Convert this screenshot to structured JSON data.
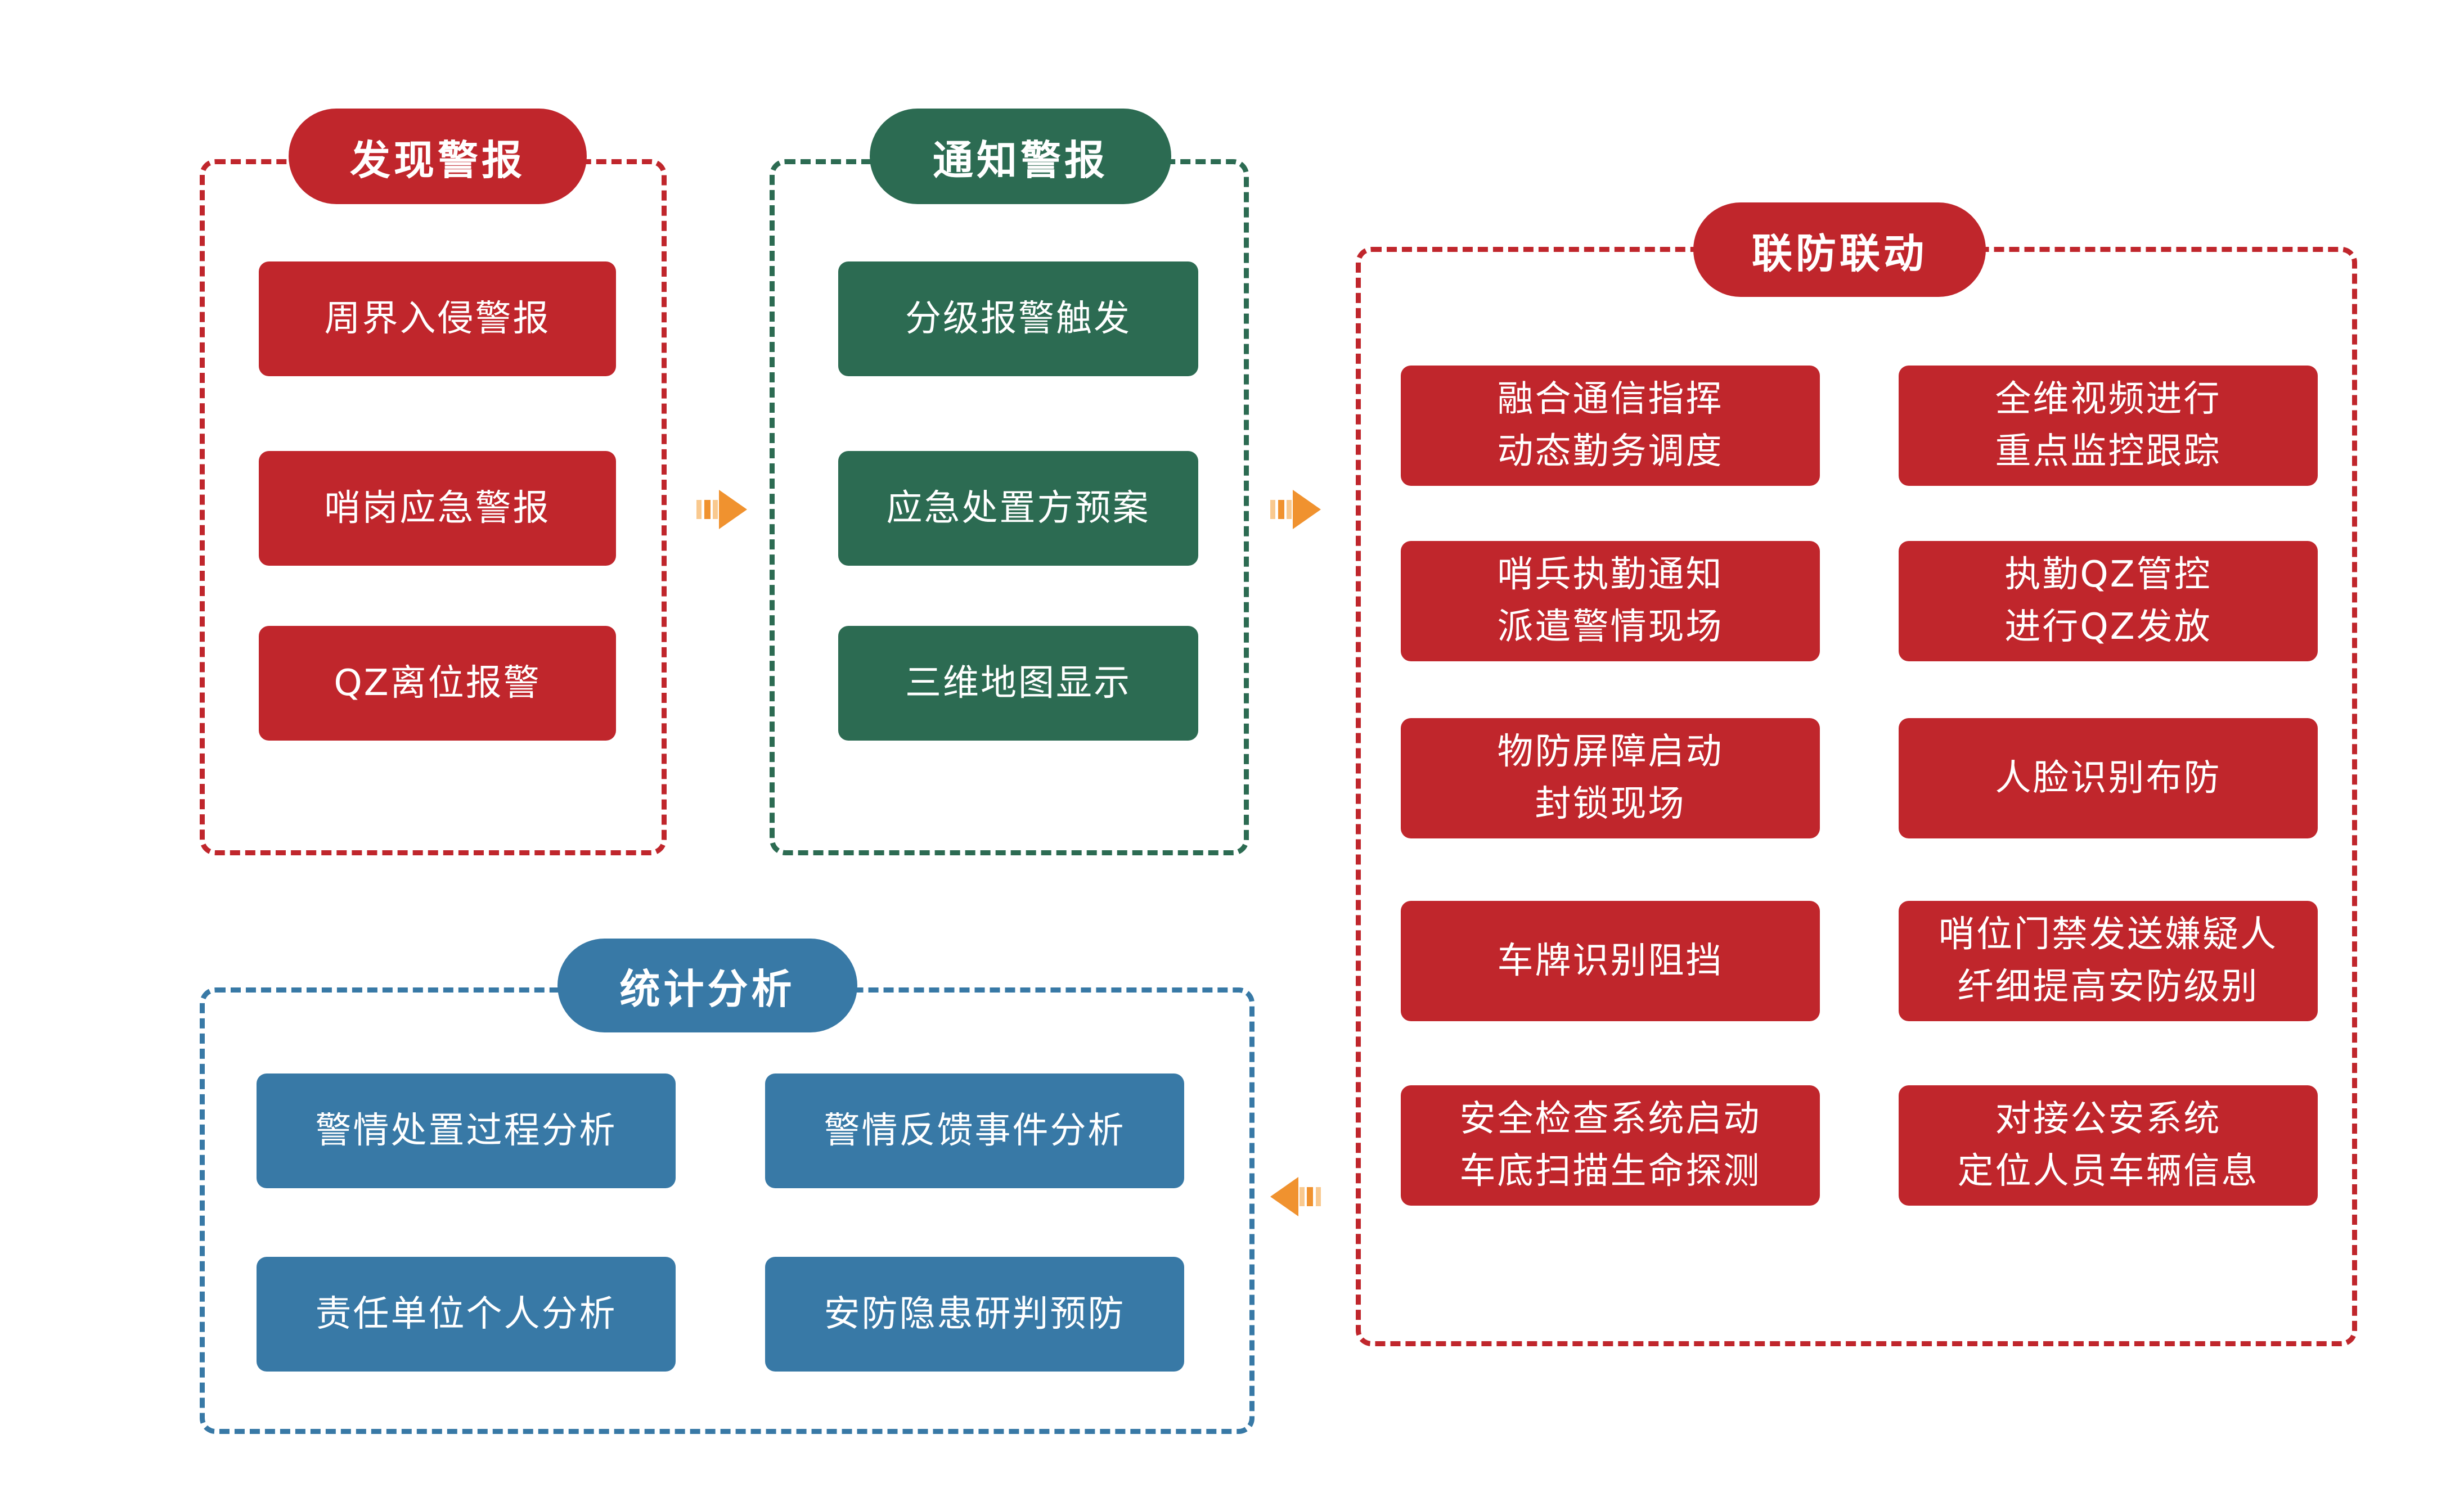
{
  "colors": {
    "red": "#C0262C",
    "green": "#2C6B52",
    "blue": "#3879A6",
    "arrow_orange": "#F0922F",
    "arrow_orange_light": "#F9C98F",
    "text": "#FFFFFF",
    "background": "#FFFFFF"
  },
  "panels": {
    "discover": {
      "title": "发现警报",
      "items": [
        "周界入侵警报",
        "哨岗应急警报",
        "QZ离位报警"
      ]
    },
    "notify": {
      "title": "通知警报",
      "items": [
        "分级报警触发",
        "应急处置方预案",
        "三维地图显示"
      ]
    },
    "joint": {
      "title": "联防联动",
      "left": [
        "融合通信指挥\n动态勤务调度",
        "哨兵执勤通知\n派遣警情现场",
        "物防屏障启动\n封锁现场",
        "车牌识别阻挡",
        "安全检查系统启动\n车底扫描生命探测"
      ],
      "right": [
        "全维视频进行\n重点监控跟踪",
        "执勤QZ管控\n进行QZ发放",
        "人脸识别布防",
        "哨位门禁发送嫌疑人\n纤细提高安防级别",
        "对接公安系统\n定位人员车辆信息"
      ]
    },
    "stats": {
      "title": "统计分析",
      "items": [
        "警情处置过程分析",
        "警情反馈事件分析",
        "责任单位个人分析",
        "安防隐患研判预防"
      ]
    }
  },
  "arrows": [
    {
      "name": "discover-to-notify",
      "direction": "right"
    },
    {
      "name": "notify-to-joint",
      "direction": "right"
    },
    {
      "name": "joint-to-stats",
      "direction": "left"
    }
  ]
}
